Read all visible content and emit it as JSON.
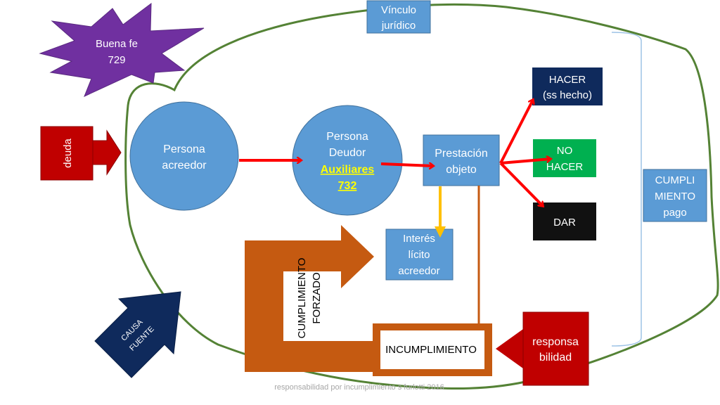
{
  "colors": {
    "node_blue": "#5b9bd5",
    "node_blue_stroke": "#41719c",
    "navy": "#0f2a5c",
    "green": "#00b050",
    "black": "#111111",
    "red": "#c00000",
    "arrow_red": "#ff0000",
    "orange": "#c55a11",
    "purple": "#7030a0",
    "yellow": "#ffc000",
    "outline_green": "#548235",
    "text_yellow": "#ffff00",
    "footer_gray": "#a6a6a6"
  },
  "nodes": {
    "vinculo": [
      "Vínculo",
      "jurídico"
    ],
    "buena_fe": [
      "Buena fe",
      "729"
    ],
    "deuda": "deuda",
    "acreedor": [
      "Persona",
      "acreedor"
    ],
    "deudor": [
      "Persona",
      "Deudor"
    ],
    "auxiliares": [
      "Auxiliares",
      "732"
    ],
    "prestacion": [
      "Prestación",
      "objeto"
    ],
    "hacer": [
      "HACER",
      "(ss hecho)"
    ],
    "no_hacer": [
      "NO",
      "HACER"
    ],
    "dar": "DAR",
    "cumplimiento": [
      "CUMPLI",
      "MIENTO",
      "pago"
    ],
    "interes": [
      "Interés",
      "lícito",
      "acreedor"
    ],
    "cumplimiento_forzado": [
      "CUMPLIMIENTO",
      "FORZADO"
    ],
    "incumplimiento": "INCUMPLIMIENTO",
    "responsabilidad": [
      "responsa",
      "bilidad"
    ],
    "causa": [
      "CAUSA",
      "FUENTE"
    ]
  },
  "footer": "responsabilidad por incumplimiento s furlotti 2016"
}
